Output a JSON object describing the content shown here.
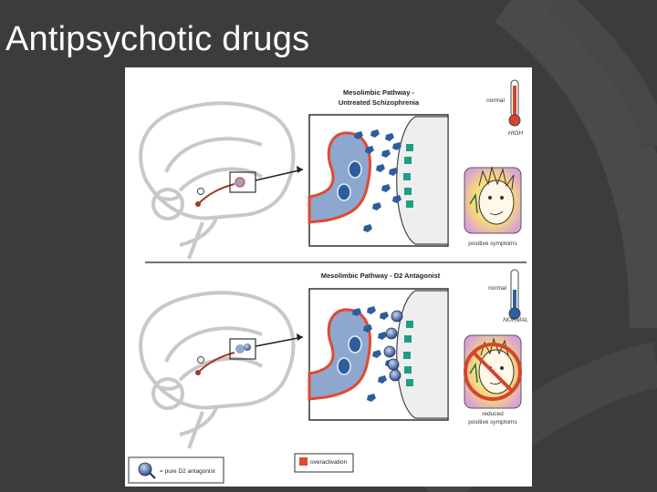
{
  "slide": {
    "title": "Antipsychotic drugs"
  },
  "panels": [
    {
      "title_line1": "Mesolimbic Pathway -",
      "title_line2": "Untreated Schizophrenia",
      "thermo_top": "normal",
      "thermo_bottom": "HIGH",
      "caption_line1": "positive symptoms",
      "caption_line2": ""
    },
    {
      "title_line1": "Mesolimbic Pathway - D2 Antagonist",
      "title_line2": "",
      "thermo_top": "normal",
      "thermo_bottom": "NORMAL",
      "caption_line1": "reduced",
      "caption_line2": "positive symptoms"
    }
  ],
  "legend": {
    "antagonist": "= pure D2 antagonist",
    "overactivation": "overactivation"
  },
  "colors": {
    "neuron": "#8ea7cf",
    "overactivation": "#e0492f",
    "dopamine": "#2d5d9b",
    "receptor": "#1f9e86",
    "thermo_high": "#d6452b",
    "thermo_normal": "#2f5ea6"
  }
}
